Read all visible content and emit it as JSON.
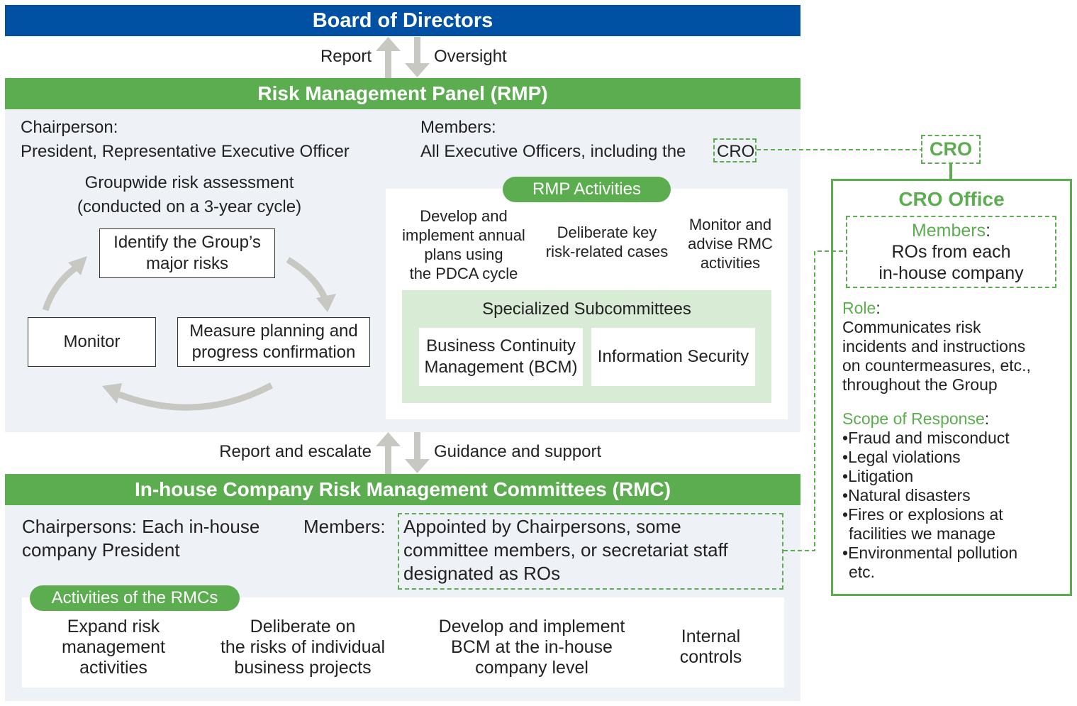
{
  "colors": {
    "board_blue": "#0051a4",
    "green": "#5cad50",
    "light_green": "#d8ebd4",
    "panel_gray": "#eef1f5",
    "arrow_gray": "#c8c8c3"
  },
  "board": {
    "title": "Board of Directors"
  },
  "board_rmp_link": {
    "up_label": "Report",
    "down_label": "Oversight"
  },
  "rmp": {
    "title": "Risk Management Panel (RMP)",
    "chair_label": "Chairperson:",
    "chair_value": "President, Representative Executive Officer",
    "members_label": "Members:",
    "members_value": "All Executive Officers, including the",
    "members_cro": "CRO",
    "cycle": {
      "title_line1": "Groupwide risk assessment",
      "title_line2": "(conducted on a 3-year cycle)",
      "identify_line1": "Identify the Group’s",
      "identify_line2": "major risks",
      "measure_line1": "Measure planning and",
      "measure_line2": "progress confirmation",
      "monitor": "Monitor"
    },
    "activities": {
      "label": "RMP Activities",
      "item1": [
        "Develop and",
        "implement annual",
        "plans using",
        "the PDCA cycle"
      ],
      "item2": [
        "Deliberate key",
        "risk-related cases"
      ],
      "item3": [
        "Monitor and",
        "advise RMC",
        "activities"
      ]
    },
    "subcommittees": {
      "title": "Specialized Subcommittees",
      "bcm_line1": "Business Continuity",
      "bcm_line2": "Management (BCM)",
      "infosec": "Information Security"
    }
  },
  "rmp_rmc_link": {
    "up_label": "Report and escalate",
    "down_label": "Guidance and support"
  },
  "rmc": {
    "title": "In-house Company Risk Management Committees (RMC)",
    "chair_line1": "Chairpersons: Each in-house",
    "chair_line2": "company President",
    "members_label": "Members:",
    "members_line1": "Appointed by Chairpersons, some",
    "members_line2": "committee members, or secretariat staff",
    "members_line3": "designated as ROs",
    "activities_label": "Activities of the RMCs",
    "act1": [
      "Expand risk",
      "management",
      "activities"
    ],
    "act2": [
      "Deliberate on",
      "the risks of individual",
      "business projects"
    ],
    "act3": [
      "Develop and implement",
      "BCM at the in-house",
      "company level"
    ],
    "act4": [
      "Internal",
      "controls"
    ]
  },
  "cro": {
    "label": "CRO",
    "office_title": "CRO Office",
    "members_label": "Members",
    "members_colon": ":",
    "members_line1": "ROs from each",
    "members_line2": "in-house company",
    "role_label": "Role",
    "role_colon": ":",
    "role_lines": [
      "Communicates risk",
      "incidents and instructions",
      "on countermeasures, etc.,",
      "throughout the Group"
    ],
    "scope_label": "Scope of Response",
    "scope_colon": ":",
    "scope_items": [
      "Fraud and misconduct",
      "Legal violations",
      "Litigation",
      "Natural disasters",
      "Fires or explosions at",
      "facilities we manage",
      "Environmental pollution",
      "etc."
    ]
  }
}
